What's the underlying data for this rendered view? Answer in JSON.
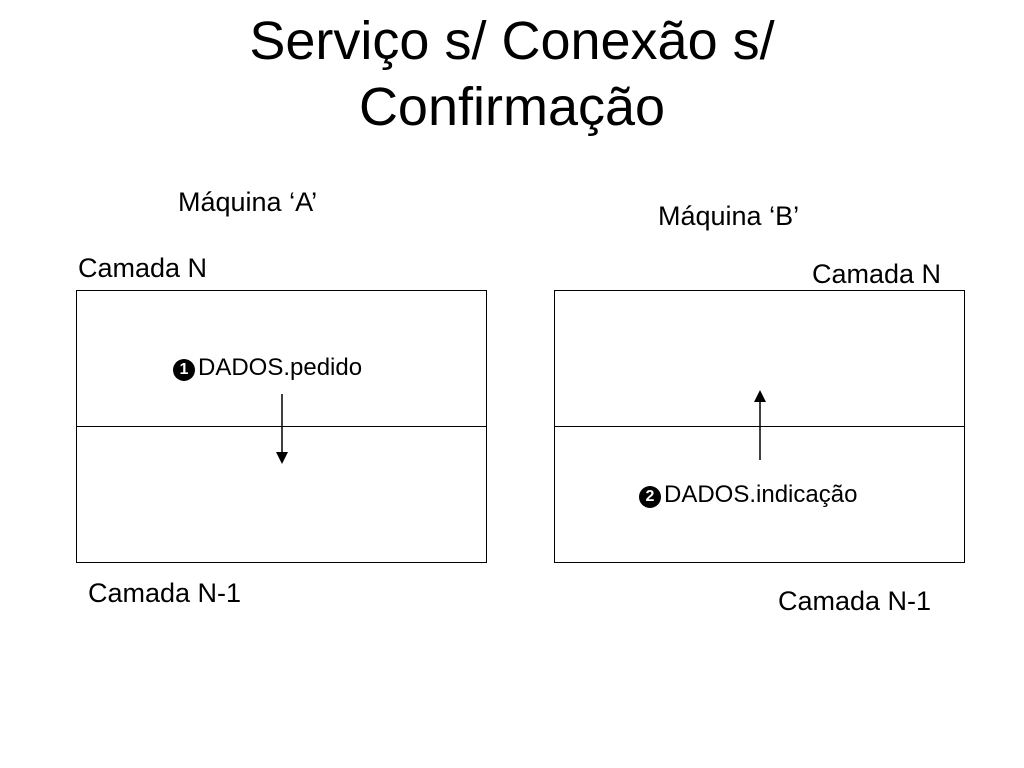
{
  "title": {
    "line1": "Serviço s/ Conexão s/",
    "line2": "Confirmação"
  },
  "machine_a": {
    "label": "Máquina ‘A’",
    "layer_n": "Camada N",
    "layer_n1": "Camada N-1",
    "primitive_marker": "1",
    "primitive": "DADOS.pedido",
    "arrow_direction": "down"
  },
  "machine_b": {
    "label": "Máquina ‘B’",
    "layer_n": "Camada N",
    "layer_n1": "Camada N-1",
    "primitive_marker": "2",
    "primitive": "DADOS.indicação",
    "arrow_direction": "up"
  }
}
